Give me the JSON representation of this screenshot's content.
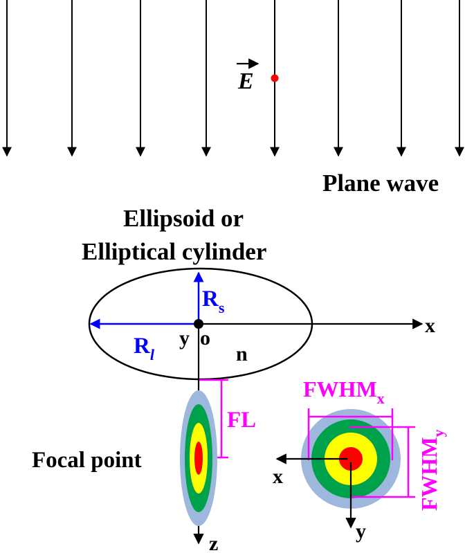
{
  "wave": {
    "label": "Plane wave",
    "field_symbol": "E"
  },
  "lens": {
    "title_line1": "Ellipsoid or",
    "title_line2": "Elliptical cylinder",
    "refractive_index_label": "n",
    "origin_label": "o",
    "y_axis_label": "y",
    "x_axis_label": "x",
    "short_radius": {
      "symbol": "R",
      "subscript": "s"
    },
    "long_radius": {
      "symbol": "R",
      "subscript": "l"
    }
  },
  "focus": {
    "focal_length_label": "FL",
    "focal_point_label": "Focal point",
    "z_axis_label": "z",
    "fwhm_x": {
      "symbol": "FWHM",
      "subscript": "x"
    },
    "fwhm_y": {
      "symbol": "FWHM",
      "subscript": "y"
    },
    "cross_section_x_label": "x",
    "cross_section_y_label": "y"
  },
  "colors": {
    "field_dot": "#ff0000",
    "radius_arrows": "#0000ff",
    "dimension_marks": "#ff00ff",
    "spot_outer": "#9db7dd",
    "spot_ring2": "#00a14b",
    "spot_ring3": "#ffff00",
    "spot_core": "#ff0000"
  }
}
